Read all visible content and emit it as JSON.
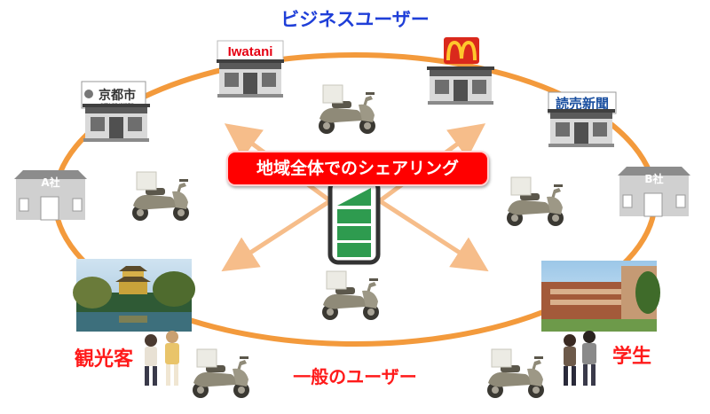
{
  "titles": {
    "business_users": "ビジネスユーザー",
    "general_users": "一般のユーザー",
    "center_banner": "地域全体でのシェアリング",
    "tourists": "観光客",
    "students": "学生"
  },
  "stores": {
    "iwatani": "Iwatani",
    "kyoto_city": "京都市",
    "kyoto_city_en": "CITY OF KYOTO",
    "yomiuri": "読売新聞",
    "company_a": "A社",
    "company_b": "B社"
  },
  "icons": [
    "store-icon",
    "mcdonalds-logo",
    "scooter-icon",
    "battery-icon",
    "person-icon",
    "temple-photo",
    "campus-photo"
  ],
  "colors": {
    "ring": "#f39a3c",
    "arrows": "#f6bd8a",
    "banner": "#ff0000",
    "business_title": "#1f3fd8",
    "red_labels": "#ff1a1a",
    "battery_fill": "#2e9b4f",
    "scooter": "#8f8a78"
  }
}
